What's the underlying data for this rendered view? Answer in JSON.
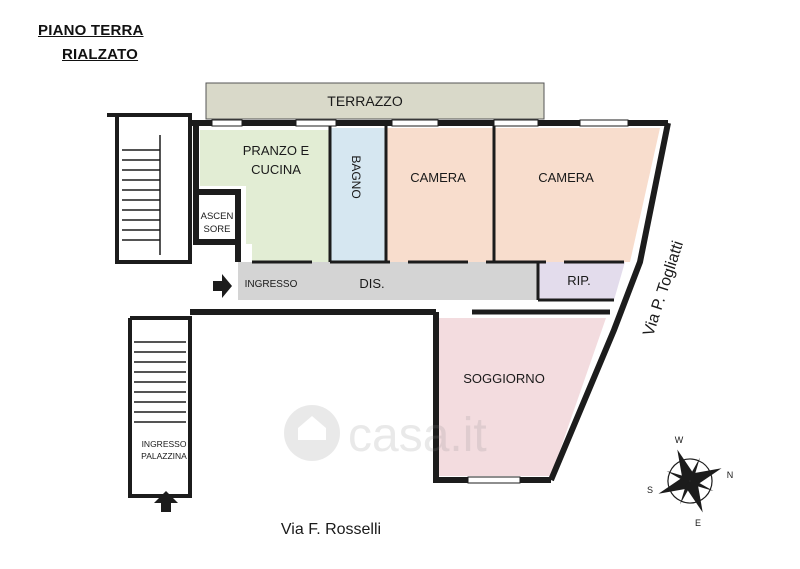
{
  "header": {
    "title_line1": "PIANO TERRA",
    "title_line2": "RIALZATO"
  },
  "rooms": {
    "terrace": "TERRAZZO",
    "kitchen_line1": "PRANZO E",
    "kitchen_line2": "CUCINA",
    "bathroom": "BAGNO",
    "bedroom_1": "CAMERA",
    "bedroom_2": "CAMERA",
    "elevator_line1": "ASCEN",
    "elevator_line2": "SORE",
    "entrance": "INGRESSO",
    "hall": "DIS.",
    "storage": "RIP.",
    "living_room": "SOGGIORNO",
    "building_entrance_line1": "INGRESSO",
    "building_entrance_line2": "PALAZZINA"
  },
  "streets": {
    "east": "Via P. Togliatti",
    "south": "Via F. Rosselli"
  },
  "compass": {
    "n": "N",
    "s": "S",
    "e": "E",
    "w": "W"
  },
  "watermark": "casa.it",
  "colors": {
    "terrace": "#d9d9c9",
    "kitchen": "#e2edd4",
    "bathroom": "#d6e7f1",
    "bedroom": "#f8ddcd",
    "hall": "#d4d4d4",
    "storage": "#e3dcec",
    "living_room": "#f3dcdf",
    "wall": "#1c1c1c"
  }
}
